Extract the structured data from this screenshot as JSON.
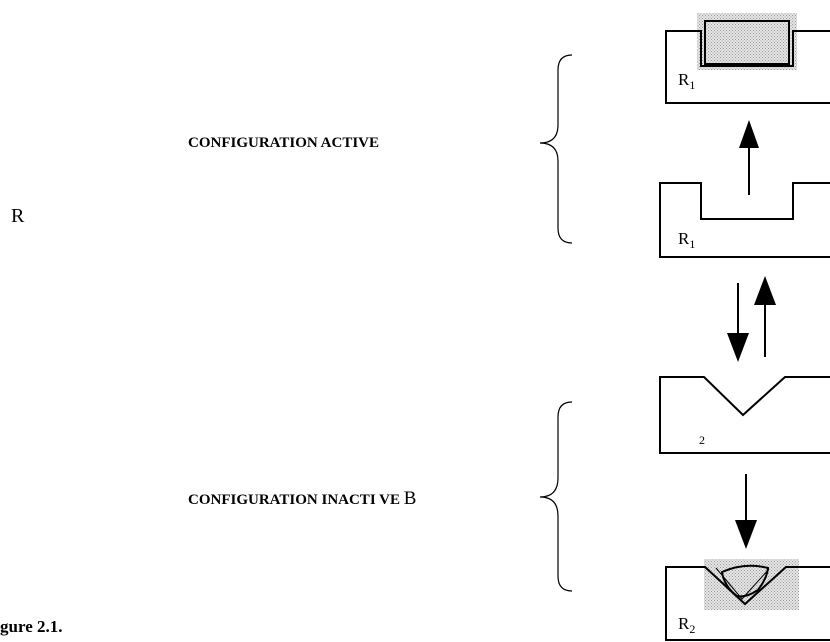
{
  "labels": {
    "active_config": "CONFIGURATION ACTIVE",
    "inactive_config": "CONFIGURATION INACTI VE",
    "inactive_suffix": "B",
    "left_r": "R",
    "figure_caption": "gure 2.1."
  },
  "state_labels": [
    {
      "main": "R",
      "sub": "1"
    },
    {
      "main": "R",
      "sub": "1"
    },
    {
      "main": "",
      "sub": "2"
    },
    {
      "main": "R",
      "sub": "2"
    }
  ],
  "colors": {
    "stroke": "#000000",
    "stipple_dot": "#9a9a9a",
    "stipple_bg": "#e6e6e6",
    "background": "#ffffff"
  }
}
